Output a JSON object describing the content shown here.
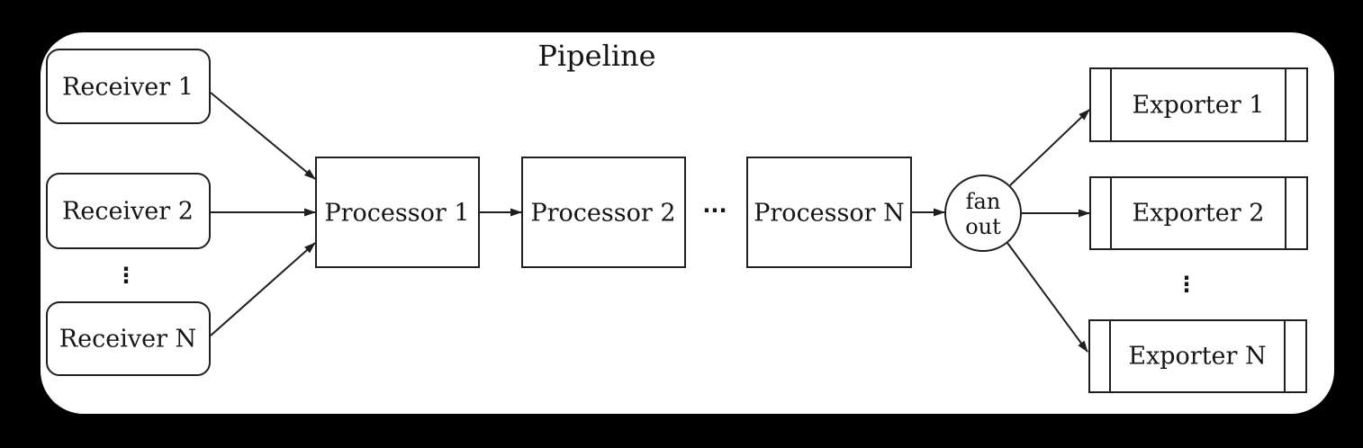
{
  "diagram": {
    "title": "Pipeline",
    "receivers": [
      "Receiver 1",
      "Receiver 2",
      "Receiver N"
    ],
    "processors": [
      "Processor 1",
      "Processor 2",
      "Processor N"
    ],
    "exporters": [
      "Exporter 1",
      "Exporter 2",
      "Exporter N"
    ],
    "fanout": {
      "line1": "fan",
      "line2": "out"
    },
    "ellipsis": {
      "vertical": "⋮",
      "horizontal": "···"
    },
    "colors": {
      "background": "#000000",
      "surface": "#ffffff",
      "stroke": "#1f1f1f",
      "text": "#151515"
    }
  }
}
